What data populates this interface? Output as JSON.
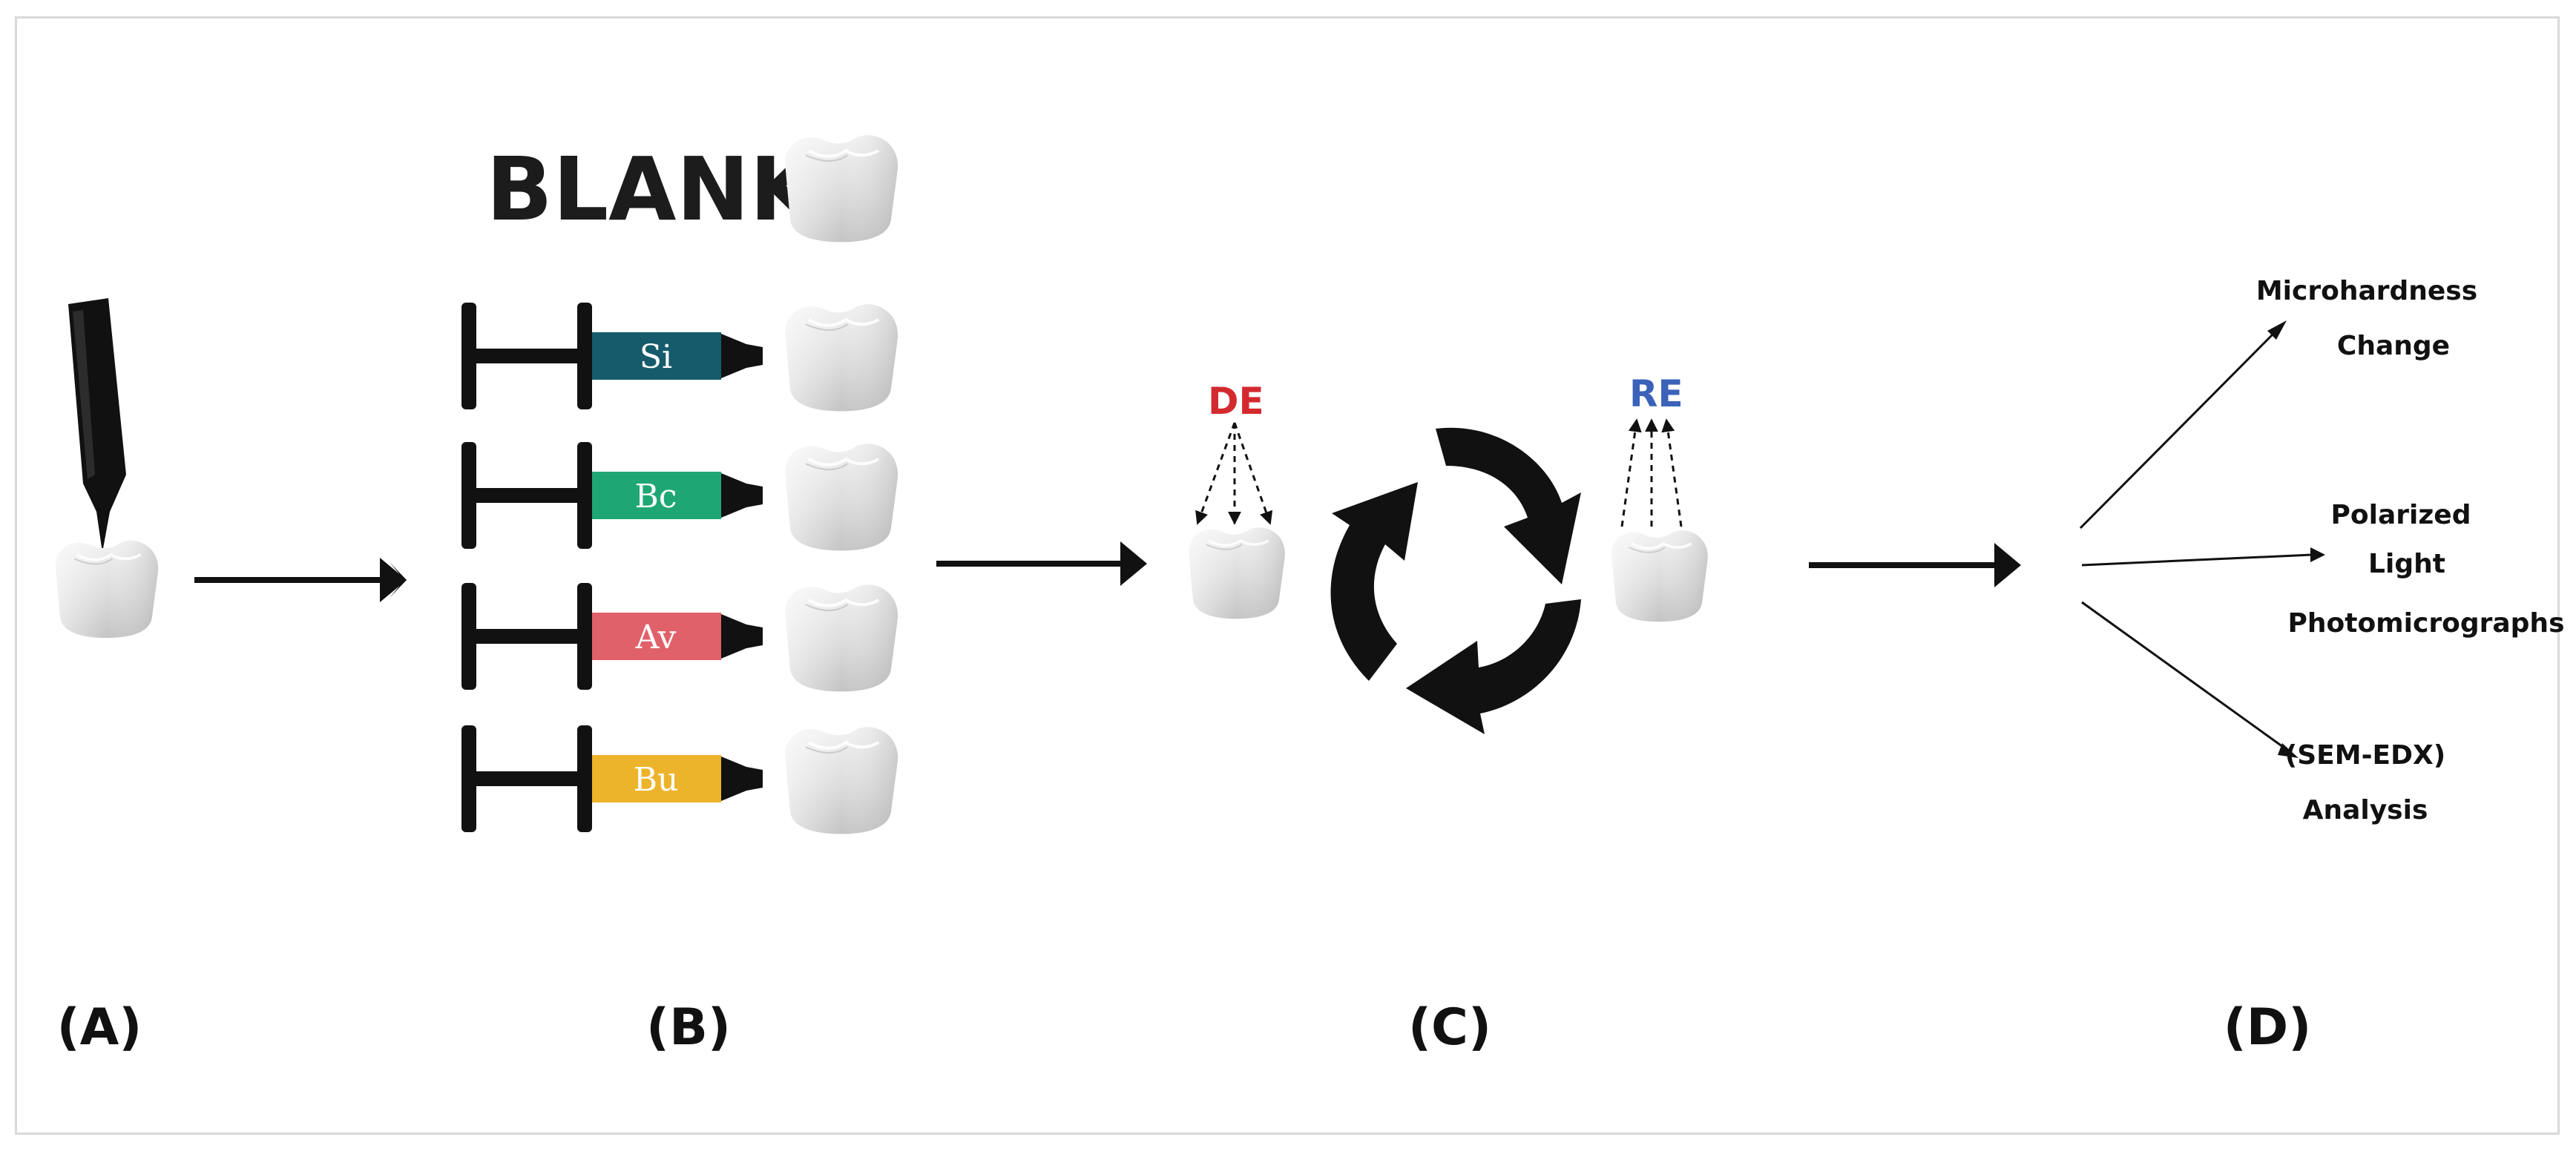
{
  "panels": {
    "a": "(A)",
    "b": "(B)",
    "c": "(C)",
    "d": "(D)"
  },
  "blank_label": "BLANK",
  "syringes": [
    {
      "label": "Si",
      "color": "#165b6b"
    },
    {
      "label": "Bc",
      "color": "#1ea774"
    },
    {
      "label": "Av",
      "color": "#e0616a"
    },
    {
      "label": "Bu",
      "color": "#ecb42b"
    }
  ],
  "demineralization": {
    "label": "DE",
    "color": "#d32a2f"
  },
  "remineralization": {
    "label": "RE",
    "color": "#3a62b8"
  },
  "results": [
    {
      "line1": "Microhardness",
      "line2": "Change",
      "line3": ""
    },
    {
      "line1": "Polarized",
      "line2": "Light",
      "line3": "Photomicrographs"
    },
    {
      "line1": "(SEM-EDX)",
      "line2": "Analysis",
      "line3": ""
    }
  ],
  "icons": {
    "tooth": "tooth-icon",
    "pen": "marker-pen-icon",
    "syringe": "syringe-icon",
    "cycle": "cycle-arrows-icon"
  }
}
